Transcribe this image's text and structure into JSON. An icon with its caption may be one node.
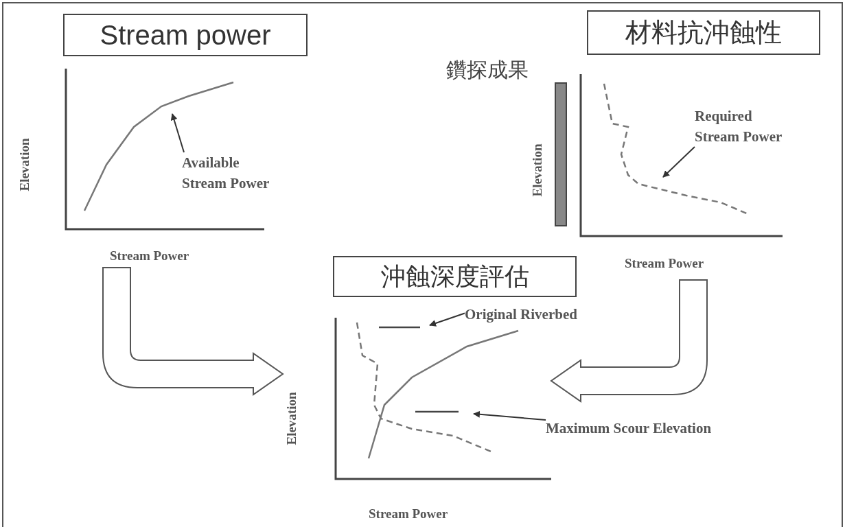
{
  "diagram": {
    "nodes": [
      {
        "text": [
          "Stream power"
        ]
      },
      {
        "text": [
          "材料抗沖蝕性"
        ]
      },
      {
        "text": [],
        "shape": "bar",
        "beside": [
          "鑽探成果",
          "Elevation"
        ]
      },
      {
        "text": [
          "Elevation",
          "Stream Power"
        ]
      },
      {
        "text": [
          "Available Stream Power"
        ],
        "in": 3
      },
      {
        "text": [
          "Stream Power"
        ]
      },
      {
        "text": [
          "Required Stream Power"
        ],
        "in": 5
      },
      {
        "text": [
          "沖蝕深度評估"
        ]
      },
      {
        "text": [
          "Elevation",
          "Stream Power"
        ]
      },
      {
        "text": [
          "Original Riverbed"
        ]
      },
      {
        "text": [
          "Maximum Scour Elevation"
        ]
      }
    ],
    "edges": [
      {
        "from": 4,
        "to": 3,
        "arrow": "to"
      },
      {
        "from": 6,
        "to": 5,
        "arrow": "to"
      },
      {
        "from": 9,
        "to": 8,
        "arrow": "to"
      },
      {
        "from": 10,
        "to": 8,
        "arrow": "to"
      },
      {
        "from": 3,
        "to": 8,
        "arrow": "to"
      },
      {
        "from": 5,
        "to": 8,
        "arrow": "to"
      }
    ]
  }
}
